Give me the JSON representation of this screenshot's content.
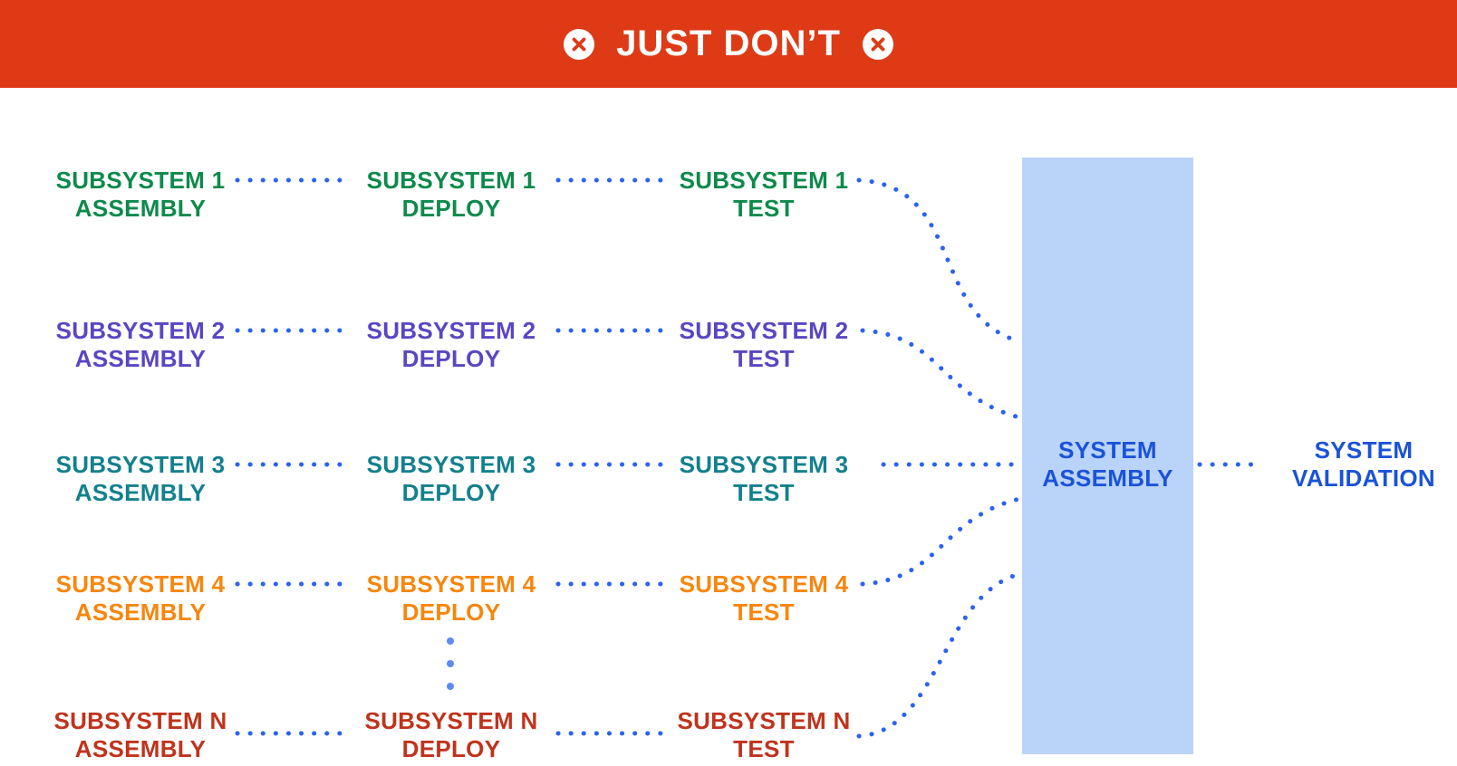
{
  "banner": {
    "title": "JUST DON’T",
    "bg_color": "#DE3A16",
    "icon_circle_color": "#FFFFFF",
    "icon_cross_color": "#DE3A16"
  },
  "colors": {
    "connector_dots": "#2A62F2",
    "ellipsis_dots": "#5C8CF2",
    "assembly_box_fill": "#BAD3F8",
    "system_blue": "#1A53D9",
    "background": "#FFFFFF"
  },
  "rows": [
    {
      "name": "SUBSYSTEM 1",
      "color": "#0D8A4B",
      "stages": {
        "assembly": "ASSEMBLY",
        "deploy": "DEPLOY",
        "test": "TEST"
      }
    },
    {
      "name": "SUBSYSTEM 2",
      "color": "#5A45C4",
      "stages": {
        "assembly": "ASSEMBLY",
        "deploy": "DEPLOY",
        "test": "TEST"
      }
    },
    {
      "name": "SUBSYSTEM 3",
      "color": "#12808D",
      "stages": {
        "assembly": "ASSEMBLY",
        "deploy": "DEPLOY",
        "test": "TEST"
      }
    },
    {
      "name": "SUBSYSTEM 4",
      "color": "#F8860D",
      "stages": {
        "assembly": "ASSEMBLY",
        "deploy": "DEPLOY",
        "test": "TEST"
      }
    },
    {
      "name": "SUBSYSTEM N",
      "color": "#C0331C",
      "stages": {
        "assembly": "ASSEMBLY",
        "deploy": "DEPLOY",
        "test": "TEST"
      }
    }
  ],
  "system_assembly": {
    "line1": "SYSTEM",
    "line2": "ASSEMBLY"
  },
  "system_validation": {
    "line1": "SYSTEM",
    "line2": "VALIDATION"
  }
}
